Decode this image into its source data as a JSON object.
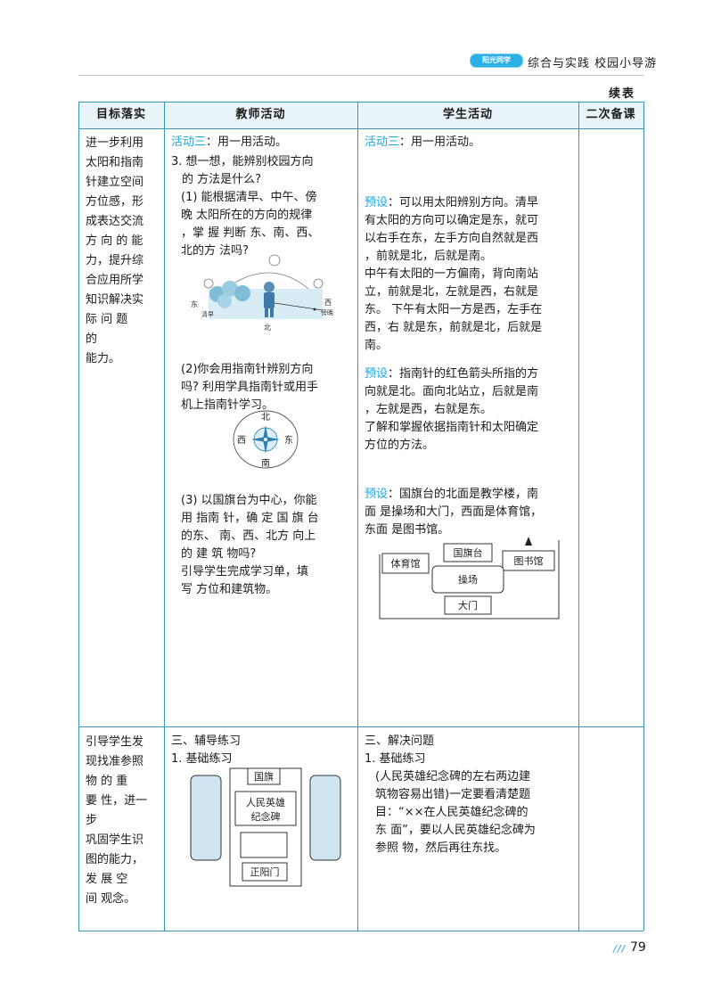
{
  "header": {
    "logo": "阳光同学",
    "title": "综合与实践  校园小导游",
    "continued": "续表"
  },
  "table": {
    "columns": [
      "目标落实",
      "教师活动",
      "学生活动",
      "二次备课"
    ],
    "row1": {
      "goal": [
        "进一步利用",
        "太阳和指南",
        "针建立空间",
        "方位感，形",
        "成表达交流",
        "方 向 的 能",
        "力，提升综",
        "合应用所学",
        "知识解决实",
        "际 问 题",
        "的",
        "能力。"
      ],
      "teacher": {
        "activity_tag": "活动三",
        "activity_text": "：用一用活动。",
        "q3": [
          "3.  想一想，能辨别校园方向",
          "的 方法是什么?"
        ],
        "q3_1": [
          "(1) 能根据清早、中午、傍",
          "晚 太阳所在的方向的规律",
          "，掌 握 判断 东、南、西、",
          "北的方 法吗?"
        ],
        "sun_labels": {
          "east": "东",
          "west": "西",
          "morning": "清早",
          "evening": "傍晚",
          "north": "北"
        },
        "q3_2": [
          "(2)你会用指南针辨别方向",
          "吗? 利用学具指南针或用手",
          "机上指南针学习。"
        ],
        "compass": {
          "north": "北",
          "south": "南",
          "east": "东",
          "west": "西"
        },
        "q3_3": [
          "(3)  以国旗台为中心，你能",
          "用 指南 针，确 定 国 旗 台",
          "的东、 南、西、北方 向上",
          "的 建 筑 物吗?",
          "引导学生完成学习单，填",
          "写 方位和建筑物。"
        ]
      },
      "student": {
        "activity_tag": "活动三",
        "activity_text": "：用一用活动。",
        "preview_tag": "预设",
        "p1_first": "：可以用太阳辨别方向。清早",
        "p1_rest": [
          "有太阳的方向可以确定是东，就可",
          "以右手在东，左手方向自然就是西",
          "，前就是北，后就是南。",
          " 中午有太阳的一方偏南，背向南站",
          "立，前就是北，左就是西，右就是",
          "东。  下午有太阳一方是西，左手在",
          "西，右  就是东，前就是北，后就是",
          "南。"
        ],
        "p2_first": "：指南针的红色箭头所指的方",
        "p2_rest": [
          "向就是北。面向北站立，后就是南",
          "，左就是西，右就是东。",
          "了解和掌握依据指南针和太阳确定",
          "方位的方法。"
        ],
        "p3_first": "：国旗台的北面是教学楼，南",
        "p3_rest": [
          "面 是操场和大门，西面是体育馆，",
          "东面 是图书馆。"
        ],
        "map": {
          "gym": "体育馆",
          "flag_platform": "国旗台",
          "library": "图书馆",
          "playground": "操场",
          "gate": "大门"
        }
      }
    },
    "row2": {
      "goal": [
        "引导学生发",
        "现找准参照",
        "物 的 重",
        "要 性，进一",
        "步",
        "巩固学生识",
        "图的能力，",
        "发 展 空",
        "间 观念。"
      ],
      "teacher": {
        "section": "三、辅导练习",
        "item": "1.  基础练习",
        "map": {
          "flag": "国旗",
          "monument_line1": "人民英雄",
          "monument_line2": "纪念碑",
          "gate": "正阳门"
        }
      },
      "student": {
        "section": "三、解决问题",
        "item": "1.  基础练习",
        "text": [
          "(人民英雄纪念碑的左右两边建",
          "筑物容易出错)一定要看清楚题",
          "目：“××在人民英雄纪念碑的",
          "东 面”，要以人民英雄纪念碑为",
          "参照 物，然后再往东找。"
        ]
      }
    }
  },
  "footer": {
    "slashes": "///",
    "page_number": "79"
  }
}
